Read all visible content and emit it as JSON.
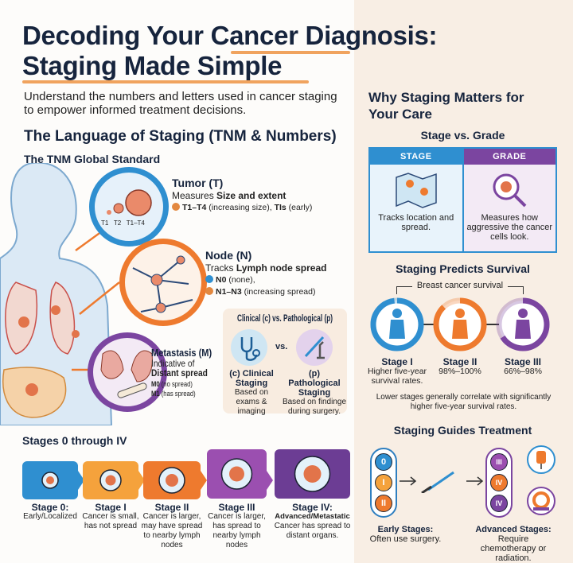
{
  "title": {
    "line1": "Decoding Your Cancer Diagnosis:",
    "line2": "Staging Made Simple"
  },
  "subtitle": "Understand the numbers and letters used in cancer staging to empower informed treatment decisions.",
  "language": {
    "heading": "The Language of Staging (TNM & Numbers)",
    "tnm_heading": "The TNM Global Standard",
    "tumor": {
      "title": "Tumor (T)",
      "desc_pre": "Measures ",
      "desc_bold": "Size and extent",
      "item_bold": "T1–T4",
      "item_text": " (increasing size), ",
      "item_bold2": "TIs",
      "item_text2": " (early)",
      "labels": [
        "T1",
        "T2",
        "T1–T4"
      ]
    },
    "node": {
      "title": "Node (N)",
      "desc_pre": "Tracks ",
      "desc_bold": "Lymph node spread",
      "item1_bold": "N0",
      "item1_text": " (none),",
      "item2_bold": "N1–N3",
      "item2_text": " (increasing spread)"
    },
    "metastasis": {
      "title": "Metastasis (M)",
      "desc1": "Indicative of",
      "desc2": "Distant spread",
      "m0_bold": "M0",
      "m0_text": " (no spread)",
      "m1_bold": "M1",
      "m1_text": " (has spread)"
    },
    "clinical": {
      "heading": "Clinical (c) vs. Pathological (p)",
      "vs": "vs.",
      "c_title": "(c) Clinical Staging",
      "c_desc": "Based on exams & imaging",
      "p_title": "(p) Pathological Staging",
      "p_desc": "Based on findinge during surgery."
    }
  },
  "stages": {
    "heading": "Stages 0 through IV",
    "items": [
      {
        "title": "Stage 0:",
        "desc": "Early/Localized",
        "color": "#2f8fd0"
      },
      {
        "title": "Stage I",
        "desc": "Cancer is small, has not spread",
        "color": "#f5a23c"
      },
      {
        "title": "Stage II",
        "desc": "Cancer is larger, may have spread to nearby lymph nodes",
        "color": "#ee7a2e"
      },
      {
        "title": "Stage III",
        "desc": "Cancer is larger, has spread to nearby lymph nodes",
        "color": "#9b4fb0"
      },
      {
        "title": "Stage IV:",
        "subtitle": "Advanced/Metastatic",
        "desc": "Cancer has spread to distant organs.",
        "color": "#6c3d94"
      }
    ]
  },
  "why": {
    "heading": "Why Staging Matters for Your Care",
    "stage_vs_grade": {
      "heading": "Stage vs. Grade",
      "stage_label": "STAGE",
      "grade_label": "GRADE",
      "stage_desc": "Tracks location and spread.",
      "grade_desc": "Measures how aggressive the cancer cells look."
    },
    "survival": {
      "heading": "Staging Predicts Survival",
      "bracket_label": "Breast cancer survival",
      "items": [
        {
          "title": "Stage I",
          "desc": "Higher five-year survival rates.",
          "color": "#2f8fd0",
          "fill": 0.98
        },
        {
          "title": "Stage II",
          "desc": "98%–100%",
          "color": "#ee7a2e",
          "fill": 0.88
        },
        {
          "title": "Stage III",
          "desc": "66%–98%",
          "color": "#7b45a0",
          "fill": 0.66
        }
      ],
      "note": "Lower stages generally correlate with significantly higher five-year survival rates."
    },
    "treatment": {
      "heading": "Staging Guides Treatment",
      "early_numerals": [
        "0",
        "I",
        "II"
      ],
      "advanced_numerals": [
        "III",
        "IV",
        "IV"
      ],
      "early_title": "Early Stages:",
      "early_desc": "Often use surgery.",
      "advanced_title": "Advanced Stages:",
      "advanced_desc": "Require chemotherapy or radiation."
    }
  }
}
